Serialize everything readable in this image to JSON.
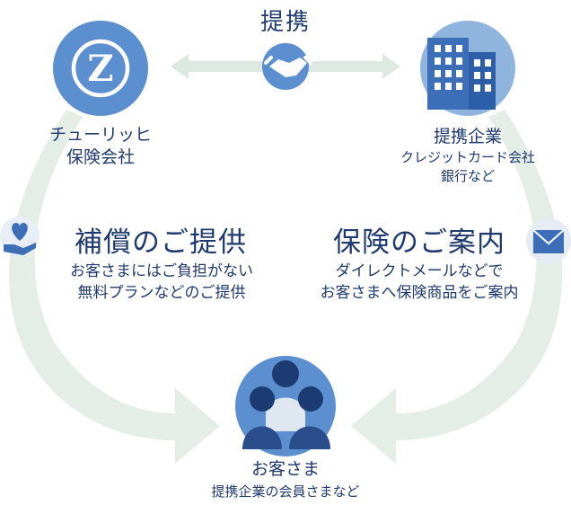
{
  "title": "提携",
  "zurich": {
    "logo_text": "Z",
    "label_line1": "チューリッヒ",
    "label_line2": "保険会社"
  },
  "partner": {
    "label": "提携企業",
    "sub_line1": "クレジットカード会社",
    "sub_line2": "銀行など"
  },
  "compensation": {
    "heading": "補償のご提供",
    "line1": "お客さまにはご負担がない",
    "line2": "無料プランなどのご提供"
  },
  "guidance": {
    "heading": "保険のご案内",
    "line1": "ダイレクトメールなどで",
    "line2": "お客さまへ保険商品をご案内"
  },
  "customer": {
    "label": "お客さま",
    "sub": "提携企業の会員さまなど"
  },
  "icons": {
    "handshake": "handshake-icon",
    "building": "building-icon",
    "heart_hand": "heart-in-hand-icon",
    "envelope": "envelope-icon",
    "people": "people-icon",
    "zurich_logo": "zurich-logo"
  },
  "colors": {
    "navy": "#1f3a6e",
    "circle_blue": "#5b8fd0",
    "light_blue": "#8fb4de",
    "arrow_green": "#e5eee6",
    "people_dark": "#1d3b73"
  }
}
